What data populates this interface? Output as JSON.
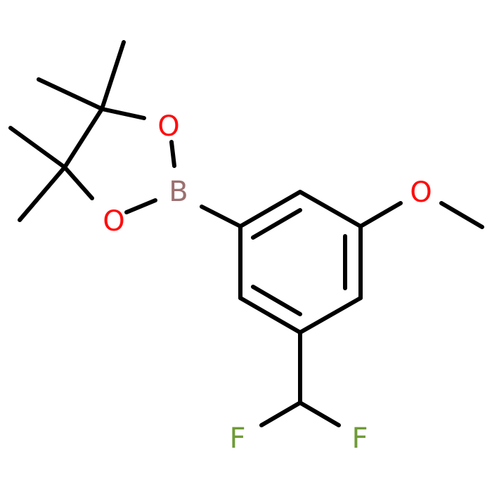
{
  "atoms": {
    "boron": {
      "symbol": "B",
      "color": "#9c7070"
    },
    "oxygen_1": {
      "symbol": "O",
      "color": "#ff0d0d"
    },
    "oxygen_2": {
      "symbol": "O",
      "color": "#ff0d0d"
    },
    "oxygen_3": {
      "symbol": "O",
      "color": "#ff0d0d"
    },
    "fluorine_1": {
      "symbol": "F",
      "color": "#6f9b37"
    },
    "fluorine_2": {
      "symbol": "F",
      "color": "#6f9b37"
    }
  },
  "colors": {
    "bond": "#000000",
    "background": "#ffffff"
  }
}
